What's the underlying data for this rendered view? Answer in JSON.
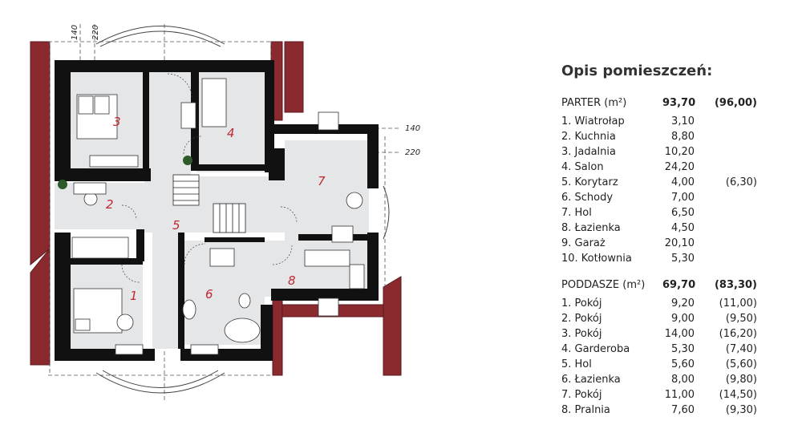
{
  "plan": {
    "rooms": [
      {
        "number": "1"
      },
      {
        "number": "2"
      },
      {
        "number": "3"
      },
      {
        "number": "4"
      },
      {
        "number": "5"
      },
      {
        "number": "6"
      },
      {
        "number": "7"
      },
      {
        "number": "8"
      }
    ],
    "dimensions": [
      "140",
      "220",
      "140",
      "220"
    ],
    "colors": {
      "roof": "#8a2a2e",
      "wall": "#111111",
      "floor": "#e4e6e8",
      "room_label": "#c0282f"
    }
  },
  "legend": {
    "title": "Opis pomieszczeń:",
    "parter": {
      "label": "PARTER (m²)",
      "area": "93,70",
      "alt": "(96,00)",
      "rooms": [
        {
          "name": "1. Wiatrołap",
          "area": "3,10",
          "alt": ""
        },
        {
          "name": "2. Kuchnia",
          "area": "8,80",
          "alt": ""
        },
        {
          "name": "3. Jadalnia",
          "area": "10,20",
          "alt": ""
        },
        {
          "name": "4. Salon",
          "area": "24,20",
          "alt": ""
        },
        {
          "name": "5. Korytarz",
          "area": "4,00",
          "alt": "(6,30)"
        },
        {
          "name": "6. Schody",
          "area": "7,00",
          "alt": ""
        },
        {
          "name": "7. Hol",
          "area": "6,50",
          "alt": ""
        },
        {
          "name": "8. Łazienka",
          "area": "4,50",
          "alt": ""
        },
        {
          "name": "9. Garaż",
          "area": "20,10",
          "alt": ""
        },
        {
          "name": "10. Kotłownia",
          "area": "5,30",
          "alt": ""
        }
      ]
    },
    "poddasze": {
      "label": "PODDASZE (m²)",
      "area": "69,70",
      "alt": "(83,30)",
      "rooms": [
        {
          "name": "1. Pokój",
          "area": "9,20",
          "alt": "(11,00)"
        },
        {
          "name": "2. Pokój",
          "area": "9,00",
          "alt": "(9,50)"
        },
        {
          "name": "3. Pokój",
          "area": "14,00",
          "alt": "(16,20)"
        },
        {
          "name": "4. Garderoba",
          "area": "5,30",
          "alt": "(7,40)"
        },
        {
          "name": "5. Hol",
          "area": "5,60",
          "alt": "(5,60)"
        },
        {
          "name": "6. Łazienka",
          "area": "8,00",
          "alt": "(9,80)"
        },
        {
          "name": "7. Pokój",
          "area": "11,00",
          "alt": "(14,50)"
        },
        {
          "name": "8. Pralnia",
          "area": "7,60",
          "alt": "(9,30)"
        }
      ]
    }
  }
}
